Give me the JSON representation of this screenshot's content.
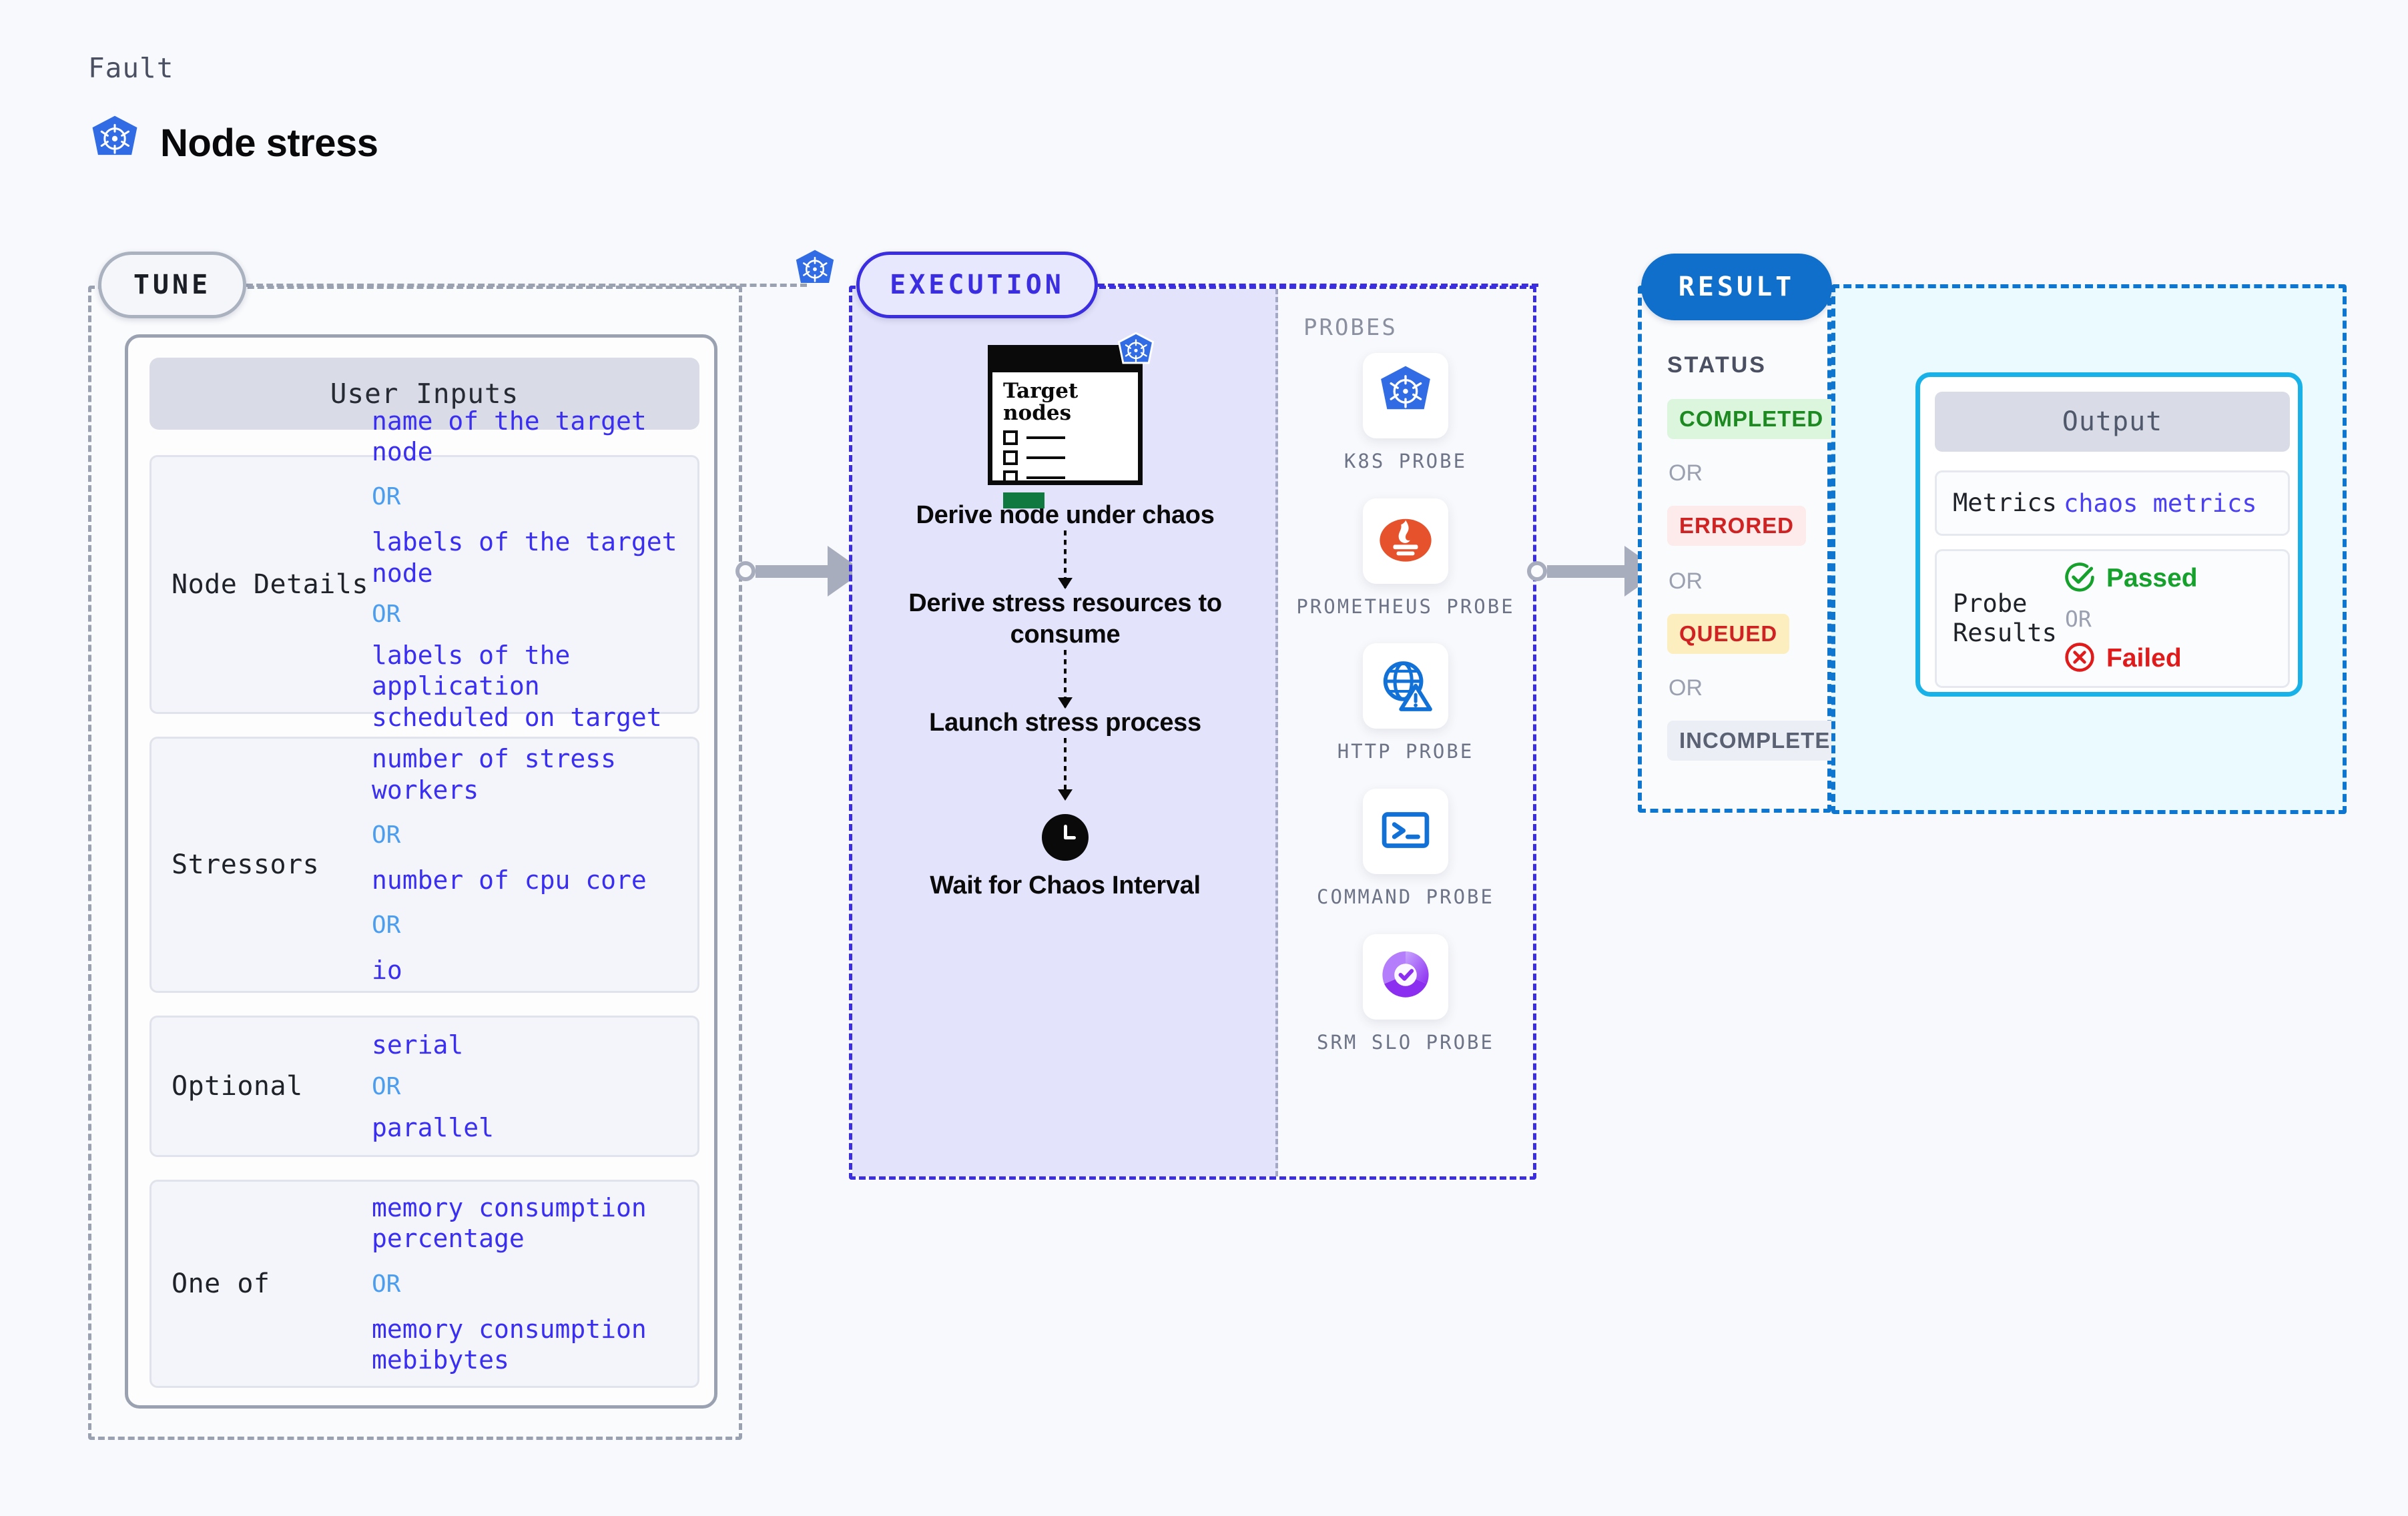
{
  "header": {
    "kicker": "Fault",
    "title": "Node stress",
    "icon": "kubernetes-icon"
  },
  "tune": {
    "badge": "TUNE",
    "corner_icon": "kubernetes-icon",
    "card_title": "User Inputs",
    "rows": [
      {
        "label": "Node Details",
        "values": [
          "name of the target node",
          "labels of the target node",
          "labels of the application scheduled on target node"
        ],
        "separator": "OR"
      },
      {
        "label": "Stressors",
        "values": [
          "number of stress workers",
          "number of cpu core",
          "io"
        ],
        "separator": "OR"
      },
      {
        "label": "Optional",
        "values": [
          "serial",
          "parallel"
        ],
        "separator": "OR"
      },
      {
        "label": "One of",
        "values": [
          "memory consumption percentage",
          "memory consumption mebibytes"
        ],
        "separator": "OR"
      }
    ]
  },
  "execution": {
    "badge": "EXECUTION",
    "node_card": {
      "title_line1": "Target",
      "title_line2": "nodes",
      "icon": "kubernetes-icon"
    },
    "steps": [
      "Derive node under chaos",
      "Derive stress resources to consume",
      "Launch stress process",
      "Wait for Chaos Interval"
    ],
    "last_step_icon": "clock-icon",
    "probes_label": "PROBES",
    "probes": [
      {
        "name": "K8S PROBE",
        "icon": "kubernetes-icon"
      },
      {
        "name": "PROMETHEUS PROBE",
        "icon": "prometheus-icon"
      },
      {
        "name": "HTTP PROBE",
        "icon": "globe-warning-icon"
      },
      {
        "name": "COMMAND PROBE",
        "icon": "terminal-icon"
      },
      {
        "name": "SRM SLO PROBE",
        "icon": "srm-slo-icon"
      }
    ]
  },
  "result": {
    "badge": "RESULT",
    "status_title": "STATUS",
    "separator": "OR",
    "statuses": [
      {
        "label": "COMPLETED",
        "bg": "#dcf5dd",
        "fg": "#1d8a21"
      },
      {
        "label": "ERRORED",
        "bg": "#fdeaea",
        "fg": "#cf2323"
      },
      {
        "label": "QUEUED",
        "bg": "#fdeebf",
        "fg": "#cf2323"
      },
      {
        "label": "INCOMPLETED",
        "bg": "#eceef5",
        "fg": "#5a6173"
      }
    ],
    "output": {
      "title": "Output",
      "metrics_label": "Metrics",
      "metrics_value": "chaos metrics",
      "probe_results_label": "Probe Results",
      "passed": "Passed",
      "failed": "Failed",
      "separator": "OR",
      "passed_color": "#16a02c",
      "failed_color": "#e01b1b"
    }
  },
  "colors": {
    "page_bg": "#f8f9fc",
    "tune_border": "#9aa2b1",
    "execution_border": "#3b2ee0",
    "result_border": "#0f76d0",
    "value_text": "#3a2ff0",
    "or_text": "#4b9df0"
  }
}
